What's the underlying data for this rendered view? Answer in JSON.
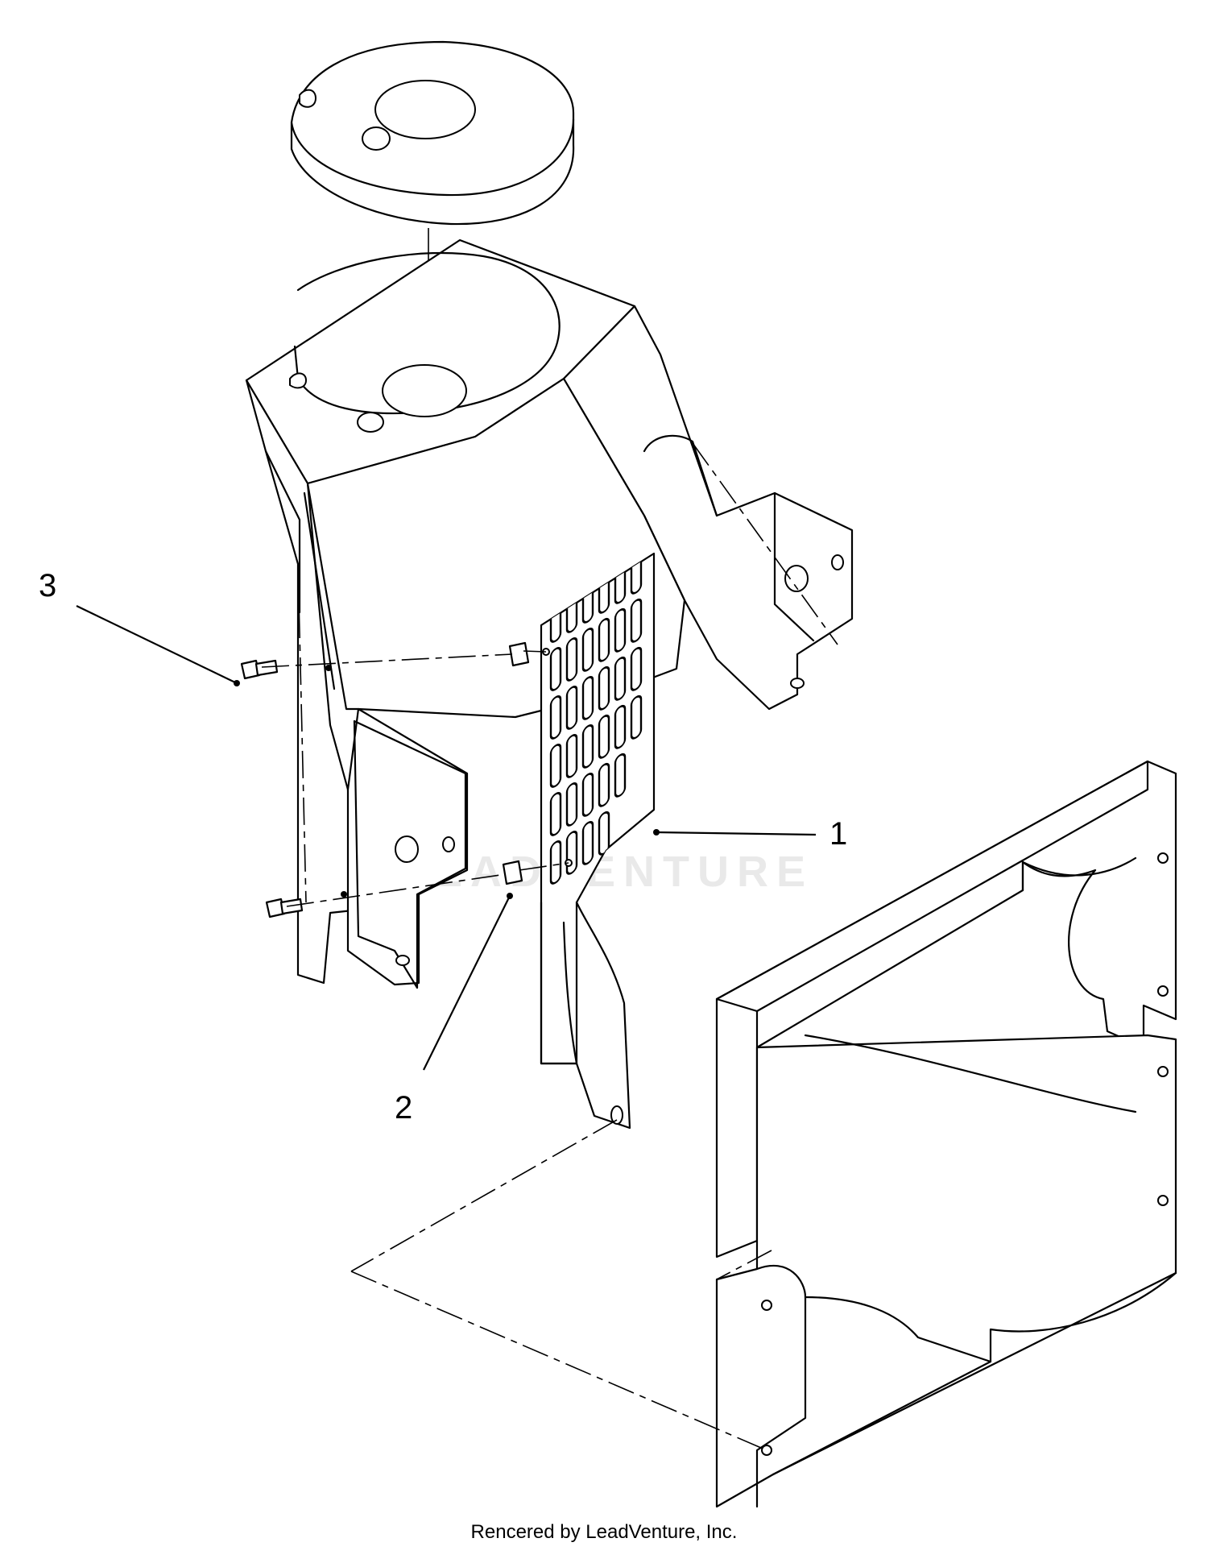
{
  "callouts": {
    "c1": "1",
    "c2": "2",
    "c3": "3"
  },
  "watermark": "LEADVENTURE",
  "footer": "Rencered by LeadVenture, Inc.",
  "colors": {
    "ink": "#000000",
    "paper": "#ffffff",
    "watermark": "#e9e9e9"
  }
}
